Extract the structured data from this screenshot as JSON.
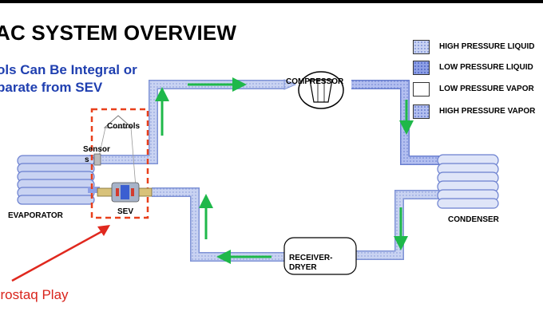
{
  "title": "AC SYSTEM OVERVIEW",
  "subtitle_line1": "ols Can Be Integral or",
  "subtitle_line2": "parate from SEV",
  "legend": [
    {
      "label": "HIGH PRESSURE LIQUID",
      "color": "#c9d3f2"
    },
    {
      "label": "LOW PRESSURE LIQUID",
      "color": "#8ea0e6"
    },
    {
      "label": "LOW PRESSURE VAPOR",
      "color": "#ffffff"
    },
    {
      "label": "HIGH PRESSURE VAPOR",
      "color": "#b3bff0"
    }
  ],
  "components": {
    "compressor": "COMPRESSOR",
    "condenser": "CONDENSER",
    "receiver_line1": "RECEIVER-",
    "receiver_line2": "DRYER",
    "evaporator": "EVAPORATOR",
    "sev": "SEV",
    "controls": "Controls",
    "sensor_line1": "Sensor",
    "sensor_line2": "s"
  },
  "callout": "crostaq Play",
  "colors": {
    "flow_arrow": "#1fb84a",
    "pointer_arrow": "#e0281e",
    "dashed_box": "#e8401c",
    "title_blue": "#1f3fb0"
  }
}
